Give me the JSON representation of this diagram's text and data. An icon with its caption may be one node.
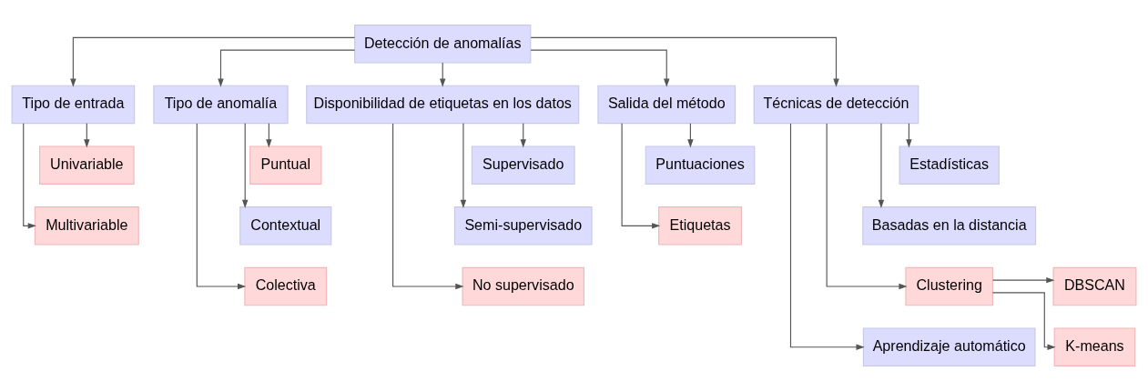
{
  "diagram": {
    "nodes": [
      {
        "text": [
          "Detección de anomalías"
        ]
      },
      {
        "text": [
          "Tipo de entrada"
        ]
      },
      {
        "text": [
          "Univariable"
        ]
      },
      {
        "text": [
          "Multivariable"
        ]
      },
      {
        "text": [
          "Tipo de anomalía"
        ]
      },
      {
        "text": [
          "Puntual"
        ]
      },
      {
        "text": [
          "Contextual"
        ]
      },
      {
        "text": [
          "Colectiva"
        ]
      },
      {
        "text": [
          "Disponibilidad de etiquetas en los datos"
        ]
      },
      {
        "text": [
          "Supervisado"
        ]
      },
      {
        "text": [
          "Semi-supervisado"
        ]
      },
      {
        "text": [
          "No supervisado"
        ]
      },
      {
        "text": [
          "Salida del método"
        ]
      },
      {
        "text": [
          "Puntuaciones"
        ]
      },
      {
        "text": [
          "Etiquetas"
        ]
      },
      {
        "text": [
          "Técnicas de detección"
        ]
      },
      {
        "text": [
          "Estadísticas"
        ]
      },
      {
        "text": [
          "Basadas en la distancia"
        ]
      },
      {
        "text": [
          "Clustering"
        ]
      },
      {
        "text": [
          "Aprendizaje automático"
        ]
      },
      {
        "text": [
          "DBSCAN"
        ]
      },
      {
        "text": [
          "K-means"
        ]
      }
    ],
    "edges": [
      {
        "from": 0,
        "to": 1,
        "arrow": "to"
      },
      {
        "from": 0,
        "to": 4,
        "arrow": "to"
      },
      {
        "from": 0,
        "to": 8,
        "arrow": "to"
      },
      {
        "from": 0,
        "to": 12,
        "arrow": "to"
      },
      {
        "from": 0,
        "to": 15,
        "arrow": "to"
      },
      {
        "from": 1,
        "to": 2,
        "arrow": "to"
      },
      {
        "from": 1,
        "to": 3,
        "arrow": "to"
      },
      {
        "from": 4,
        "to": 5,
        "arrow": "to"
      },
      {
        "from": 4,
        "to": 6,
        "arrow": "to"
      },
      {
        "from": 4,
        "to": 7,
        "arrow": "to"
      },
      {
        "from": 8,
        "to": 9,
        "arrow": "to"
      },
      {
        "from": 8,
        "to": 10,
        "arrow": "to"
      },
      {
        "from": 8,
        "to": 11,
        "arrow": "to"
      },
      {
        "from": 12,
        "to": 13,
        "arrow": "to"
      },
      {
        "from": 12,
        "to": 14,
        "arrow": "to"
      },
      {
        "from": 15,
        "to": 16,
        "arrow": "to"
      },
      {
        "from": 15,
        "to": 17,
        "arrow": "to"
      },
      {
        "from": 15,
        "to": 18,
        "arrow": "to"
      },
      {
        "from": 15,
        "to": 19,
        "arrow": "to"
      },
      {
        "from": 18,
        "to": 20,
        "arrow": "to"
      },
      {
        "from": 18,
        "to": 21,
        "arrow": "to"
      }
    ]
  }
}
